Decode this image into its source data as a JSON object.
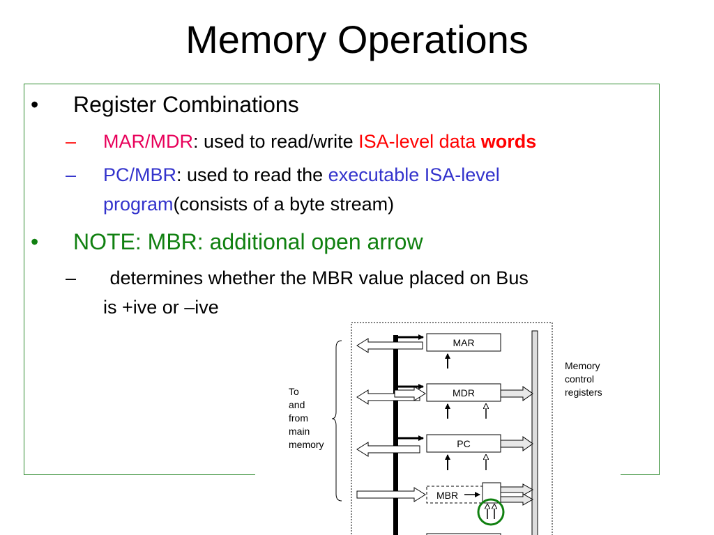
{
  "slide": {
    "title": "Memory Operations",
    "bullet_1": {
      "marker": "•",
      "text": "Register Combinations"
    },
    "sub_1": {
      "marker": "–",
      "reg": "MAR/MDR",
      "text_a": ": used to read/write ",
      "highlight": "ISA-level data ",
      "bold": "words"
    },
    "sub_2": {
      "marker": "–",
      "reg": "PC/MBR",
      "text_a": ": used to read the ",
      "highlight_a": "executable ISA-level",
      "highlight_b": "program",
      "text_b": "(consists of a byte stream)"
    },
    "bullet_2": {
      "marker": "•",
      "text": "NOTE: MBR: additional open arrow"
    },
    "sub_3": {
      "marker": "–",
      "line_a": " determines whether the MBR value placed on Bus",
      "line_b": "is +ive or –ive"
    }
  },
  "diagram": {
    "registers": [
      "MAR",
      "MDR",
      "PC",
      "MBR"
    ],
    "left_label": [
      "To",
      "and",
      "from",
      "main",
      "memory"
    ],
    "right_label": [
      "Memory",
      "control",
      "registers"
    ],
    "colors": {
      "highlight_circle": "#108010",
      "box_border": "#2e8b2e"
    }
  }
}
